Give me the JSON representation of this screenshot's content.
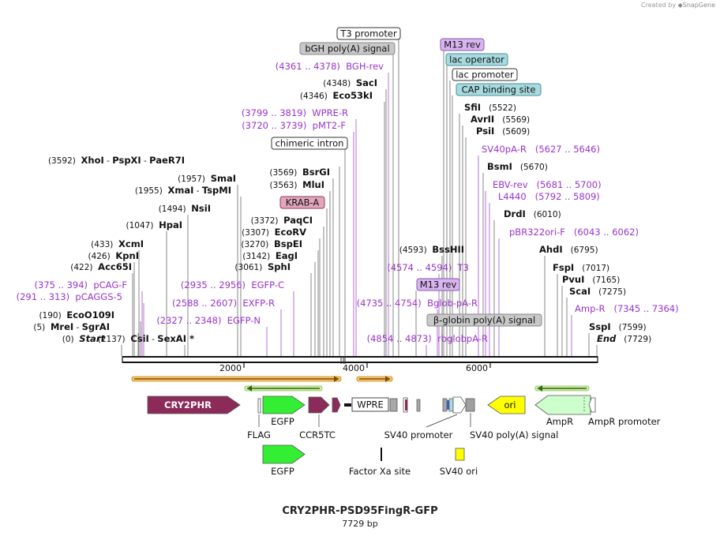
{
  "title": "CRY2PHR-PSD95FingR-GFP",
  "subtitle": "7729 bp",
  "credit": {
    "prefix": "Created by",
    "brand": "SnapGene"
  },
  "ruler": {
    "total": 7729,
    "ticks": [
      "2000",
      "4000",
      "6000"
    ]
  },
  "colors": {
    "enzyme": "#111111",
    "primer": "#9933cc",
    "line": "#555555",
    "primer_line": "#9933cc"
  },
  "top_labels": [
    {
      "name": "T3 promoter",
      "style": "box-white"
    },
    {
      "name": "bGH poly(A) signal",
      "style": "box-gray"
    },
    {
      "name": "M13 rev",
      "style": "box-violet"
    },
    {
      "name": "lac operator",
      "style": "box-teal"
    },
    {
      "name": "lac promoter",
      "style": "box-white"
    },
    {
      "name": "CAP binding site",
      "style": "box-teal"
    },
    {
      "name": "chimeric intron",
      "style": "box-white"
    },
    {
      "name": "KRAB-A",
      "style": "box-rose"
    },
    {
      "name": "M13 rev",
      "style": "box-violet"
    },
    {
      "name": "β-globin poly(A) signal",
      "style": "box-gray"
    }
  ],
  "sites": [
    {
      "kind": "primer",
      "pos": "(4361 .. 4378)",
      "name": "BGH-rev"
    },
    {
      "kind": "enzyme",
      "pos": "(4348)",
      "name": "SacI"
    },
    {
      "kind": "enzyme",
      "pos": "(4346)",
      "name": "Eco53kI"
    },
    {
      "kind": "primer",
      "pos": "(3799 .. 3819)",
      "name": "WPRE-R"
    },
    {
      "kind": "primer",
      "pos": "(3720 .. 3739)",
      "name": "pMT2-F"
    },
    {
      "kind": "enzyme",
      "pos": "(3592)",
      "name": "XhoI",
      "extra": [
        "PspXI",
        "PaeR7I"
      ]
    },
    {
      "kind": "enzyme",
      "pos": "(1957)",
      "name": "SmaI"
    },
    {
      "kind": "enzyme",
      "pos": "(1955)",
      "name": "XmaI",
      "extra": [
        "TspMI"
      ]
    },
    {
      "kind": "enzyme",
      "pos": "(3569)",
      "name": "BsrGI"
    },
    {
      "kind": "enzyme",
      "pos": "(3563)",
      "name": "MluI"
    },
    {
      "kind": "enzyme",
      "pos": "(1494)",
      "name": "NsiI"
    },
    {
      "kind": "enzyme",
      "pos": "(3372)",
      "name": "PaqCI"
    },
    {
      "kind": "enzyme",
      "pos": "(1047)",
      "name": "HpaI"
    },
    {
      "kind": "enzyme",
      "pos": "(3307)",
      "name": "EcoRV"
    },
    {
      "kind": "enzyme",
      "pos": "(433)",
      "name": "XcmI"
    },
    {
      "kind": "enzyme",
      "pos": "(3270)",
      "name": "BspEI"
    },
    {
      "kind": "enzyme",
      "pos": "(426)",
      "name": "KpnI"
    },
    {
      "kind": "enzyme",
      "pos": "(3142)",
      "name": "EagI"
    },
    {
      "kind": "enzyme",
      "pos": "(422)",
      "name": "Acc65I"
    },
    {
      "kind": "enzyme",
      "pos": "(3061)",
      "name": "SphI"
    },
    {
      "kind": "primer",
      "pos": "(375 .. 394)",
      "name": "pCAG-F"
    },
    {
      "kind": "primer",
      "pos": "(2935 .. 2956)",
      "name": "EGFP-C"
    },
    {
      "kind": "primer",
      "pos": "(291 .. 313)",
      "name": "pCAGGS-5"
    },
    {
      "kind": "primer",
      "pos": "(2588 .. 2607)",
      "name": "EXFP-R"
    },
    {
      "kind": "enzyme",
      "pos": "(190)",
      "name": "EcoO109I"
    },
    {
      "kind": "primer",
      "pos": "(2327 .. 2348)",
      "name": "EGFP-N"
    },
    {
      "kind": "enzyme",
      "pos": "(5)",
      "name": "MreI",
      "extra": [
        "SgrAI"
      ]
    },
    {
      "kind": "enzyme",
      "pos": "(0)",
      "name": "Start"
    },
    {
      "kind": "enzyme",
      "pos": "(2137)",
      "name": "CsiI",
      "extra": [
        "SexAI *"
      ]
    },
    {
      "kind": "enzyme",
      "pos": "(5522)",
      "name": "SfiI"
    },
    {
      "kind": "enzyme",
      "pos": "(5569)",
      "name": "AvrII"
    },
    {
      "kind": "enzyme",
      "pos": "(5609)",
      "name": "PsiI"
    },
    {
      "kind": "primer",
      "pos": "(5627 .. 5646)",
      "name": "SV40pA-R"
    },
    {
      "kind": "enzyme",
      "pos": "(5670)",
      "name": "BsmI"
    },
    {
      "kind": "primer",
      "pos": "(5681 .. 5700)",
      "name": "EBV-rev"
    },
    {
      "kind": "primer",
      "pos": "(5792 .. 5809)",
      "name": "L4440"
    },
    {
      "kind": "enzyme",
      "pos": "(6010)",
      "name": "DrdI"
    },
    {
      "kind": "primer",
      "pos": "(6043 .. 6062)",
      "name": "pBR322ori-F"
    },
    {
      "kind": "enzyme",
      "pos": "(6795)",
      "name": "AhdI"
    },
    {
      "kind": "enzyme",
      "pos": "(4593)",
      "name": "BssHII"
    },
    {
      "kind": "primer",
      "pos": "(4574 .. 4594)",
      "name": "T3"
    },
    {
      "kind": "enzyme",
      "pos": "(7017)",
      "name": "FspI"
    },
    {
      "kind": "enzyme",
      "pos": "(7165)",
      "name": "PvuI"
    },
    {
      "kind": "enzyme",
      "pos": "(7275)",
      "name": "ScaI"
    },
    {
      "kind": "primer",
      "pos": "(4735 .. 4754)",
      "name": "Bglob-pA-R"
    },
    {
      "kind": "primer",
      "pos": "(7345 .. 7364)",
      "name": "Amp-R"
    },
    {
      "kind": "enzyme",
      "pos": "(7599)",
      "name": "SspI"
    },
    {
      "kind": "primer",
      "pos": "(4854 .. 4873)",
      "name": "rbglobpA-R"
    },
    {
      "kind": "enzyme",
      "pos": "(7729)",
      "name": "End"
    }
  ],
  "features": [
    {
      "name": "CRY2PHR",
      "type": "arrow-right",
      "color": "#8c2a5a"
    },
    {
      "name": "FLAG",
      "type": "small"
    },
    {
      "name": "EGFP",
      "type": "arrow-right",
      "color": "#33ee33"
    },
    {
      "name": "CCR5TC",
      "type": "arrow-right",
      "color": "#8c2a5a"
    },
    {
      "name": "WPRE",
      "type": "box",
      "color": "#ffffff"
    },
    {
      "name": "SV40 promoter",
      "type": "box",
      "color": "#ffffff"
    },
    {
      "name": "SV40 poly(A) signal",
      "type": "box",
      "color": "#a0a0a0"
    },
    {
      "name": "ori",
      "type": "arrow-left",
      "color": "#ffff00"
    },
    {
      "name": "AmpR",
      "type": "arrow-left",
      "color": "#ccffcc"
    },
    {
      "name": "AmpR promoter",
      "type": "arrow-left",
      "color": "#ffffff"
    },
    {
      "name": "EGFP",
      "type": "arrow-right",
      "color": "#33ee33"
    },
    {
      "name": "Factor Xa site",
      "type": "bar"
    },
    {
      "name": "SV40 ori",
      "type": "box",
      "color": "#ffff00"
    }
  ]
}
